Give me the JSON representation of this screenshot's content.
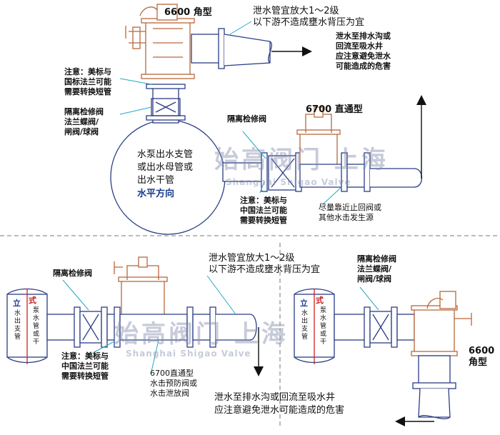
{
  "labels": {
    "top_valve_model": "6600 角型",
    "top_discharge_note": "泄水管宜放大1～2级\n以下游不造成壅水背压为宜",
    "top_drain_note": "泄水至排水沟或\n回流至吸水井\n应注意避免泄水\n可能造成的危害",
    "top_flange_note": "注意：美标与\n国标法兰可能\n需要转换短管",
    "top_isolation_valve": "隔离检修阀\n法兰蝶阀/\n闸阀/球阀",
    "top_right_isolation": "隔离检修阀",
    "straight_valve_model": "6700 直通型",
    "pump_header_text": "水泵出水支管\n或出水母管或\n出水干管",
    "pump_header_direction": "水平方向",
    "mid_flange_note": "注意：美标与\n中国法兰可能\n需要转换短管",
    "near_check_note": "尽量靠近止回阀或\n其他水击发生源",
    "bottom_left_isolation": "隔离检修阀",
    "bottom_discharge_note": "泄水管宜放大1～2级\n以下游不造成壅水背压为宜",
    "bottom_flange_note": "注意：美标与\n中国法兰可能\n需要转换短管",
    "bottom_valve_desc": "6700直通型\n水击预防阀或\n水击泄放阀",
    "bottom_right_isolation": "隔离检修阀\n法兰蝶阀/\n闸阀/球阀",
    "bottom_angle_model": "6600\n角型",
    "bottom_drain_note": "泄水至排水沟或回流至吸水井\n应注意避免泄水可能造成的危害",
    "vertical_pipe_left_a": "立",
    "vertical_pipe_left_b": "式",
    "vertical_pipe_left_c": "水\n出\n支\n管",
    "vertical_pipe_left_d": "泵\n水\n管\n或\n干",
    "vertical_pipe_right_a": "立",
    "vertical_pipe_right_b": "式",
    "vertical_pipe_right_c": "水\n出\n支\n管",
    "vertical_pipe_right_d": "泵\n水\n管\n或\n干"
  },
  "watermark": {
    "cn": "始高阀门 上海",
    "en": "Shanghai Shigao Valve"
  },
  "colors": {
    "pipe_stroke": "#2b3d86",
    "pipe_fill": "#ffffff",
    "valve_copper": "#b8683a",
    "leader": "#22a9c6",
    "flow_arrow": "#111111",
    "divider": "#777777",
    "centerline_red": "#d01f1f"
  }
}
